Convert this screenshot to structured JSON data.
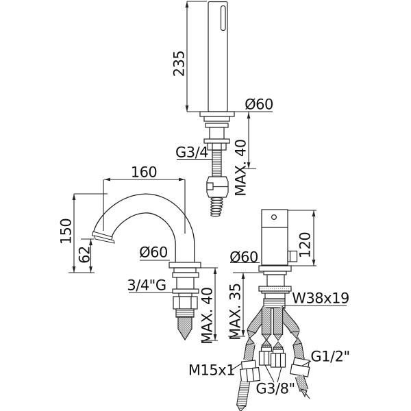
{
  "drawing": {
    "type": "technical-installation-drawing",
    "subject": "3-hole bath mixer set: hand shower, swan-neck spout, single-lever mixer with flexible hoses",
    "colors": {
      "background": "#ffffff",
      "line": "#222222",
      "text": "#111111"
    },
    "labels": {
      "shower_length": "235",
      "shower_diameter": "Ø60",
      "shower_thread": "G3/4",
      "shower_max_mount": "MAX. 40",
      "spout_reach": "160",
      "spout_height": "150",
      "spout_outlet_height": "62",
      "spout_diameter": "Ø60",
      "spout_thread": "3/4\"G",
      "spout_max_mount": "MAX. 40",
      "mixer_height": "120",
      "mixer_diameter": "Ø60",
      "mixer_max_mount": "MAX. 35",
      "mixer_connection": "W38x19",
      "hose_m15": "M15x1",
      "hose_g38": "G3/8\"",
      "hose_g12": "G1/2\""
    }
  }
}
